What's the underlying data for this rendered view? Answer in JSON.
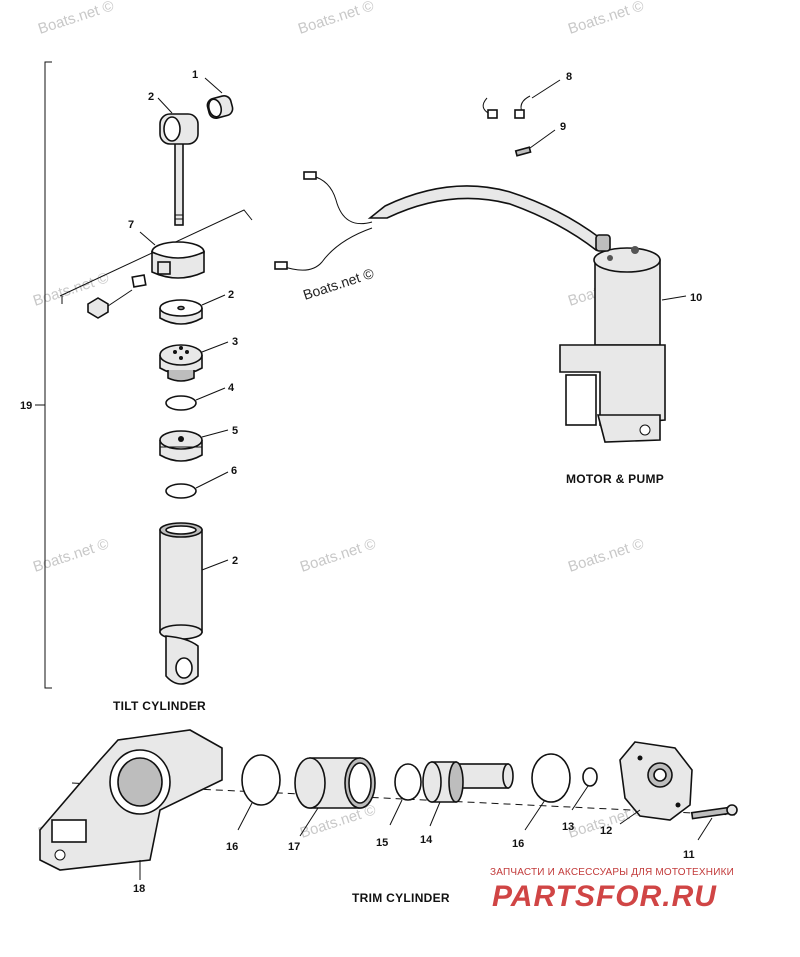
{
  "watermark": "Boats.net ©",
  "callouts": {
    "c1": "1",
    "c2a": "2",
    "c7": "7",
    "c2b": "2",
    "c3": "3",
    "c4": "4",
    "c5": "5",
    "c6": "6",
    "c2c": "2",
    "c19": "19",
    "c8": "8",
    "c9": "9",
    "c10": "10",
    "c16a": "16",
    "c17": "17",
    "c15": "15",
    "c14": "14",
    "c16b": "16",
    "c13": "13",
    "c12": "12",
    "c11": "11",
    "c18": "18"
  },
  "captions": {
    "tilt": "TILT CYLINDER",
    "motor": "MOTOR & PUMP",
    "trim": "TRIM CYLINDER"
  },
  "branding": {
    "subtitle": "ЗАПЧАСТИ И АКСЕССУАРЫ ДЛЯ МОТОТЕХНИКИ",
    "name": "PARTSFOR.RU"
  }
}
